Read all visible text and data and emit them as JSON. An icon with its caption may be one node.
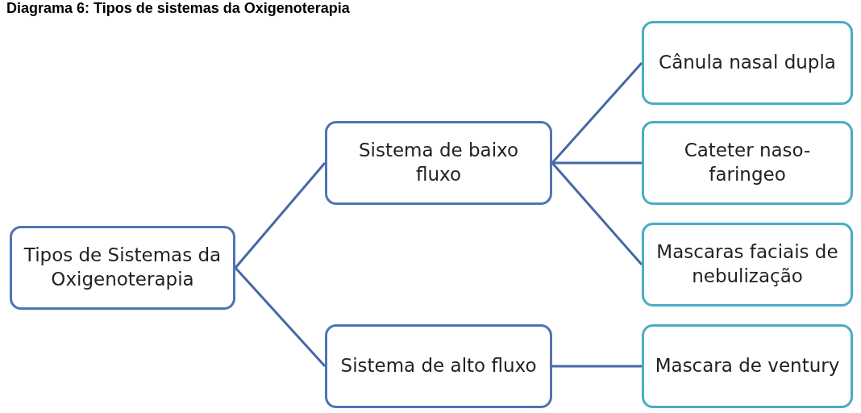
{
  "diagram": {
    "title": "Diagrama 6: Tipos de sistemas da Oxigenoterapia",
    "nodes": [
      {
        "text": [
          "Tipos de Sistemas da Oxigenoterapia"
        ]
      },
      {
        "text": [
          "Sistema de baixo fluxo"
        ]
      },
      {
        "text": [
          "Sistema de alto fluxo"
        ]
      },
      {
        "text": [
          "Cânula nasal dupla"
        ]
      },
      {
        "text": [
          "Cateter naso-faringeo"
        ]
      },
      {
        "text": [
          "Mascaras faciais de nebulização"
        ]
      },
      {
        "text": [
          "Mascara de ventury"
        ]
      }
    ],
    "edges": [
      {
        "from": 0,
        "to": 1,
        "arrow": "none"
      },
      {
        "from": 0,
        "to": 2,
        "arrow": "none"
      },
      {
        "from": 1,
        "to": 3,
        "arrow": "none"
      },
      {
        "from": 1,
        "to": 4,
        "arrow": "none"
      },
      {
        "from": 1,
        "to": 5,
        "arrow": "none"
      },
      {
        "from": 2,
        "to": 6,
        "arrow": "none"
      }
    ]
  }
}
